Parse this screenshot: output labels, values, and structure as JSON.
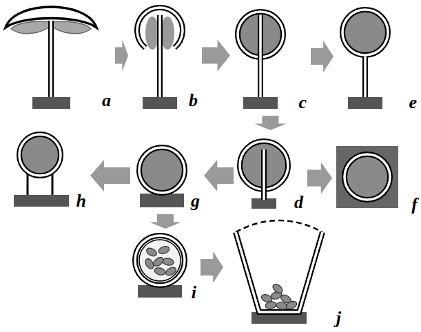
{
  "diagram": {
    "nodes": [
      {
        "text": [
          "a"
        ]
      },
      {
        "text": [
          "b"
        ]
      },
      {
        "text": [
          "c"
        ]
      },
      {
        "text": [
          "e"
        ]
      },
      {
        "text": [
          "h"
        ]
      },
      {
        "text": [
          "g"
        ]
      },
      {
        "text": [
          "d"
        ]
      },
      {
        "text": [
          "f"
        ]
      },
      {
        "text": [
          "i"
        ]
      },
      {
        "text": [
          "j"
        ]
      }
    ],
    "edges": [
      {
        "from": 0,
        "to": 1,
        "arrow": "to"
      },
      {
        "from": 1,
        "to": 2,
        "arrow": "to"
      },
      {
        "from": 2,
        "to": 3,
        "arrow": "to"
      },
      {
        "from": 2,
        "to": 6,
        "arrow": "to"
      },
      {
        "from": 6,
        "to": 5,
        "arrow": "to"
      },
      {
        "from": 6,
        "to": 7,
        "arrow": "to"
      },
      {
        "from": 5,
        "to": 4,
        "arrow": "to"
      },
      {
        "from": 5,
        "to": 8,
        "arrow": "to"
      },
      {
        "from": 8,
        "to": 9,
        "arrow": "to"
      }
    ]
  }
}
